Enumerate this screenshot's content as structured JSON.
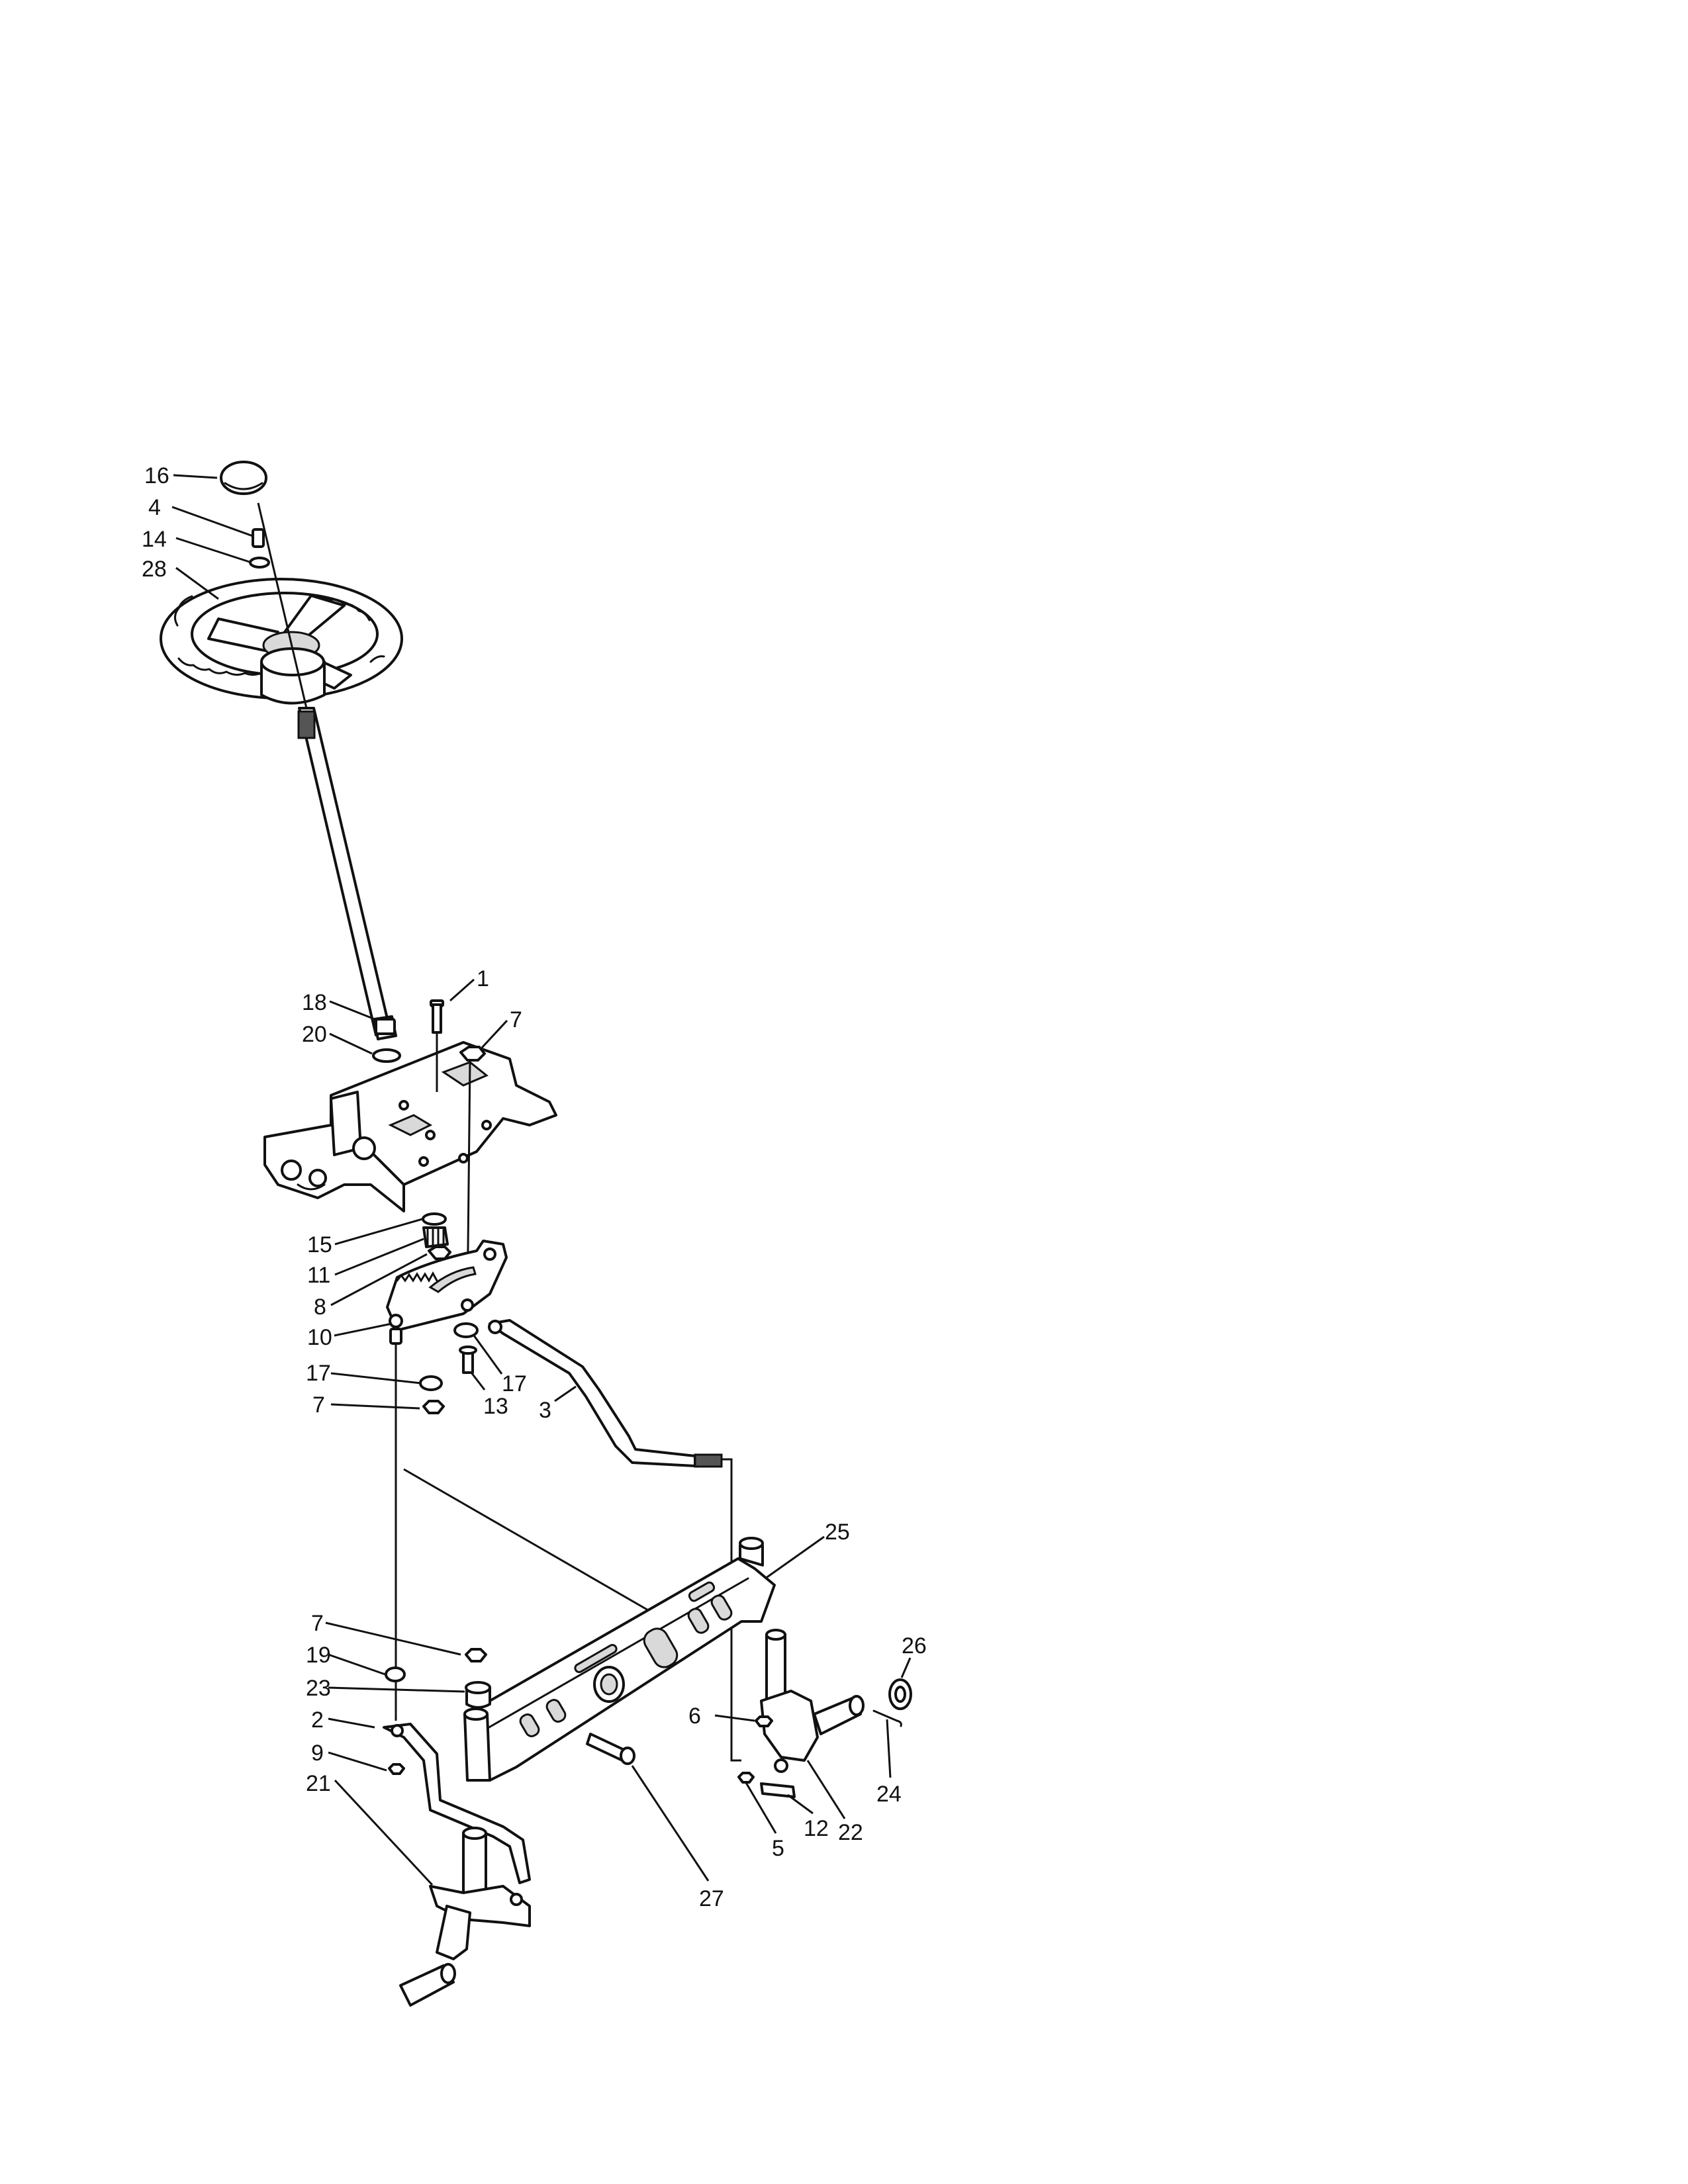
{
  "callouts": [
    {
      "id": "c16a",
      "text": "16"
    },
    {
      "id": "c4",
      "text": "4"
    },
    {
      "id": "c14",
      "text": "14"
    },
    {
      "id": "c28",
      "text": "28"
    },
    {
      "id": "c18",
      "text": "18"
    },
    {
      "id": "c20",
      "text": "20"
    },
    {
      "id": "c1",
      "text": "1"
    },
    {
      "id": "c7a",
      "text": "7"
    },
    {
      "id": "c15",
      "text": "15"
    },
    {
      "id": "c11",
      "text": "11"
    },
    {
      "id": "c8",
      "text": "8"
    },
    {
      "id": "c10",
      "text": "10"
    },
    {
      "id": "c17a",
      "text": "17"
    },
    {
      "id": "c17b",
      "text": "17"
    },
    {
      "id": "c7b",
      "text": "7"
    },
    {
      "id": "c13",
      "text": "13"
    },
    {
      "id": "c3",
      "text": "3"
    },
    {
      "id": "c25",
      "text": "25"
    },
    {
      "id": "c7c",
      "text": "7"
    },
    {
      "id": "c19",
      "text": "19"
    },
    {
      "id": "c23",
      "text": "23"
    },
    {
      "id": "c2",
      "text": "2"
    },
    {
      "id": "c9",
      "text": "9"
    },
    {
      "id": "c21",
      "text": "21"
    },
    {
      "id": "c6",
      "text": "6"
    },
    {
      "id": "c5",
      "text": "5"
    },
    {
      "id": "c12",
      "text": "12"
    },
    {
      "id": "c22",
      "text": "22"
    },
    {
      "id": "c26",
      "text": "26"
    },
    {
      "id": "c24",
      "text": "24"
    },
    {
      "id": "c27",
      "text": "27"
    }
  ]
}
